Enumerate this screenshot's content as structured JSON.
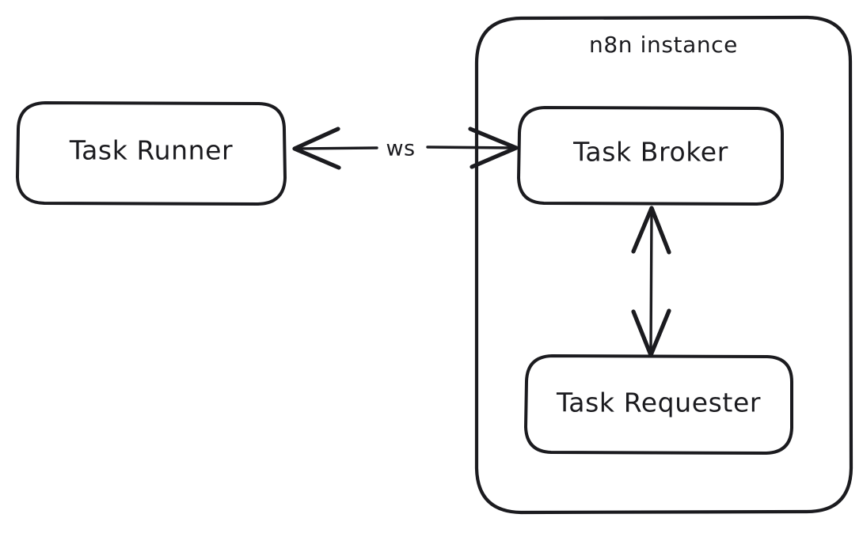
{
  "diagram": {
    "title": "n8n instance",
    "background_color": "#ffffff",
    "stroke_color": "#1b1b1f",
    "style": "hand-drawn",
    "group": {
      "name": "n8n-instance",
      "label": "n8n instance"
    },
    "nodes": [
      {
        "id": "task-runner",
        "label": "Task Runner",
        "inside_group": false
      },
      {
        "id": "task-broker",
        "label": "Task Broker",
        "inside_group": true
      },
      {
        "id": "task-requester",
        "label": "Task Requester",
        "inside_group": true
      }
    ],
    "edges": [
      {
        "id": "runner-broker",
        "from": "task-runner",
        "to": "task-broker",
        "label": "ws",
        "direction": "bidirectional",
        "orientation": "horizontal"
      },
      {
        "id": "broker-requester",
        "from": "task-broker",
        "to": "task-requester",
        "label": "",
        "direction": "bidirectional",
        "orientation": "vertical"
      }
    ]
  }
}
